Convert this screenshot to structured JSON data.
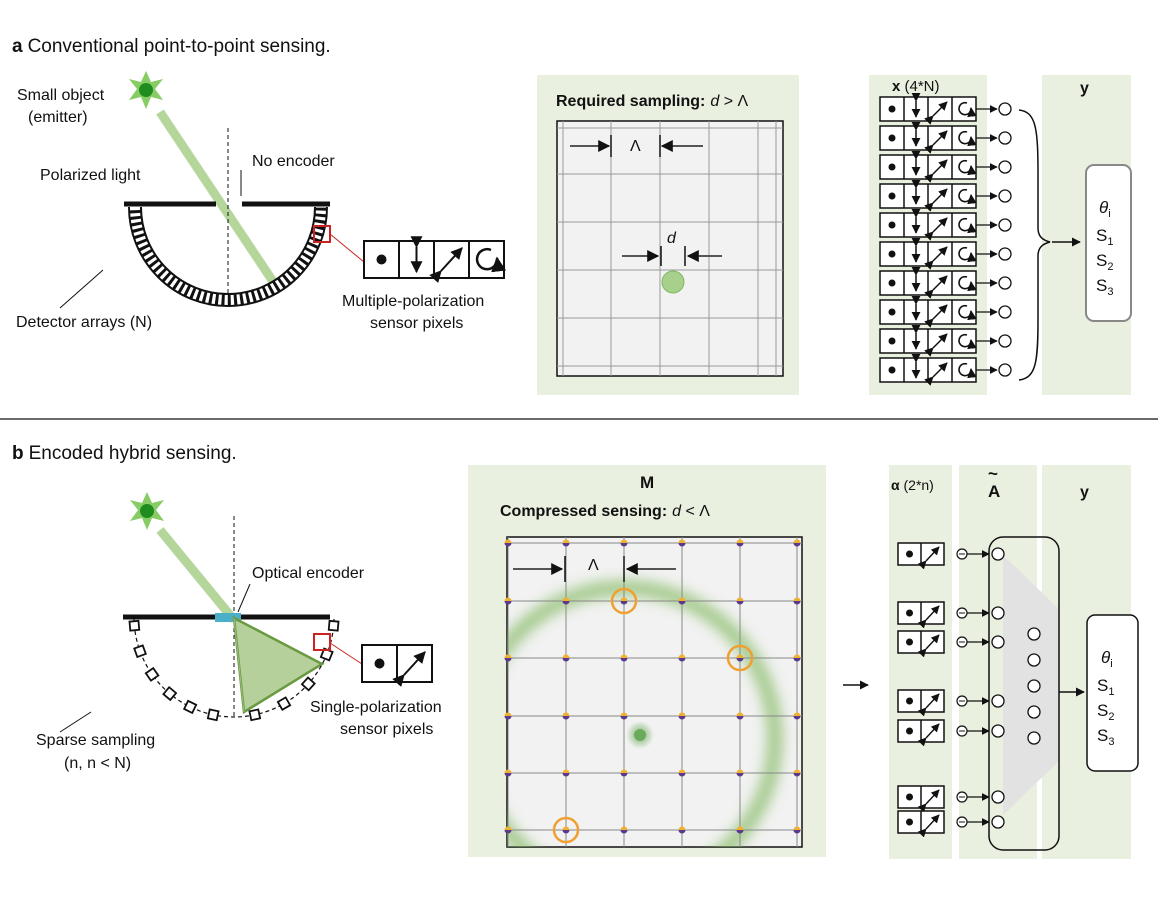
{
  "panel_a": {
    "letter": "a",
    "title": "Conventional point-to-point sensing.",
    "labels": {
      "object_1": "Small object",
      "object_2": "(emitter)",
      "polarized": "Polarized light",
      "no_encoder": "No encoder",
      "detector": "Detector arrays (N)",
      "sensor_1": "Multiple-polarization",
      "sensor_2": "sensor pixels"
    },
    "sampling_bold": "Required sampling:",
    "sampling_d": "d",
    "sampling_rest": " > Λ",
    "lambda": "Λ",
    "d": "d",
    "x_bold": "x",
    "x_rest": " (4*N)",
    "y_head": "y"
  },
  "panel_b": {
    "letter": "b",
    "title": "Encoded hybrid sensing.",
    "labels": {
      "encoder": "Optical encoder",
      "sparse_1": "Sparse sampling",
      "sparse_2": "(n, n < N)",
      "sensor_1": "Single-polarization",
      "sensor_2": "sensor pixels"
    },
    "M": "M",
    "compressed_bold": "Compressed sensing:",
    "compressed_d": "d",
    "compressed_rest": " < Λ",
    "lambda": "Λ",
    "alpha_bold": "α",
    "alpha_rest": " (2*n)",
    "A_head": "A",
    "A_tilde": "~",
    "y_head": "y"
  },
  "outputs": {
    "theta": "θ",
    "theta_sub": "i",
    "S": "S",
    "s1": "1",
    "s2": "2",
    "s3": "3"
  },
  "colors": {
    "panel_bg": "#eaf0e0",
    "grid_bg": "#f2f2f2",
    "light": "#a8d08d",
    "emitter": "#70c050",
    "emitter_core": "#1e8c1e",
    "encoder": "#4bafc8",
    "highlight": "#f0a030",
    "detector_box": "#cc2222"
  }
}
